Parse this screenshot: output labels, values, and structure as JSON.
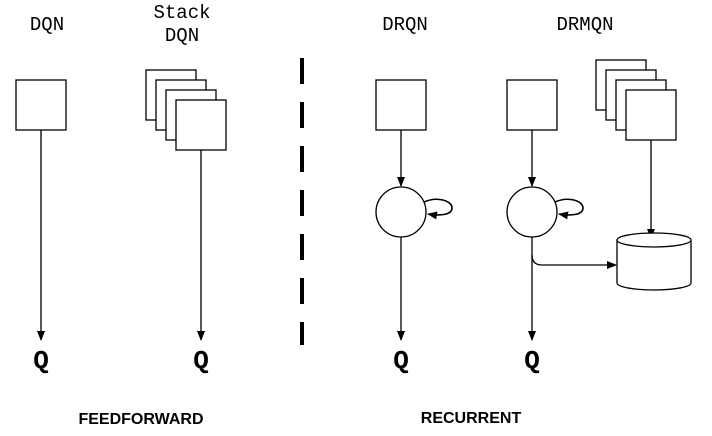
{
  "panels": {
    "dqn": {
      "title": "DQN",
      "output": "Q"
    },
    "stack": {
      "title_line1": "Stack",
      "title_line2": "DQN",
      "output": "Q"
    },
    "drqn": {
      "title": "DRQN",
      "output": "Q"
    },
    "drmqn": {
      "title": "DRMQN",
      "output": "Q"
    }
  },
  "sections": {
    "feedforward": "FEEDFORWARD",
    "recurrent": "RECURRENT"
  },
  "colors": {
    "stroke": "#000000",
    "fill": "#ffffff"
  }
}
